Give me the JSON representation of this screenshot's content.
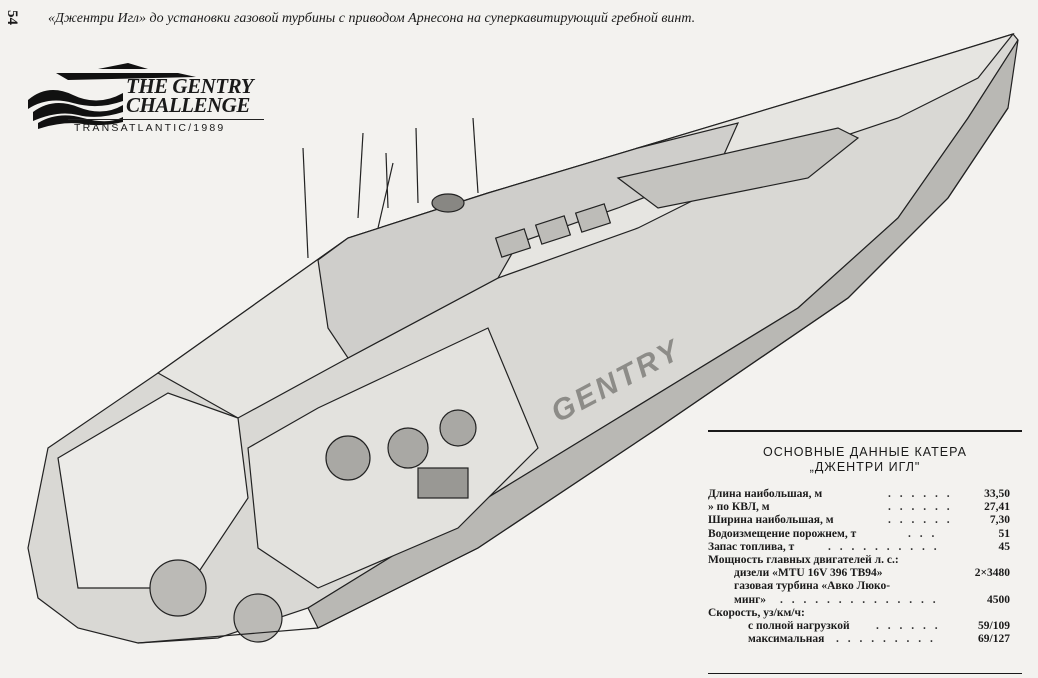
{
  "page": {
    "number": "54"
  },
  "caption": "«Джентри Игл» до установки газовой турбины с приводом Арнесона на суперкавитирующий гребной винт.",
  "logo": {
    "line1": "THE GENTRY",
    "line2": "CHALLENGE",
    "sub": "TRANSATLANTIC/1989"
  },
  "hull_lettering": "GENTRY",
  "specs": {
    "title1": "ОСНОВНЫЕ ДАННЫЕ КАТЕРА",
    "title2": "„ДЖЕНТРИ ИГЛ\"",
    "rows": [
      {
        "label": "Длина наибольшая, м",
        "value": "33,50"
      },
      {
        "label": "»      по КВЛ, м",
        "value": "27,41"
      },
      {
        "label": "Ширина наибольшая, м",
        "value": "7,30"
      },
      {
        "label": "Водоизмещение порожнем, т",
        "value": "51"
      },
      {
        "label": "Запас топлива, т",
        "value": "45"
      },
      {
        "label": "Мощность главных двигателей л. с.:",
        "value": ""
      },
      {
        "label": "дизели «MTU 16V 396 TB94»",
        "value": "2×3480"
      },
      {
        "label": "газовая турбина «Авко Люко-",
        "value": ""
      },
      {
        "label": "минг»",
        "value": "4500"
      },
      {
        "label": "Скорость, уз/км/ч:",
        "value": ""
      },
      {
        "label": "с полной нагрузкой",
        "value": "59/109"
      },
      {
        "label": "максимальная",
        "value": "69/127"
      }
    ]
  }
}
